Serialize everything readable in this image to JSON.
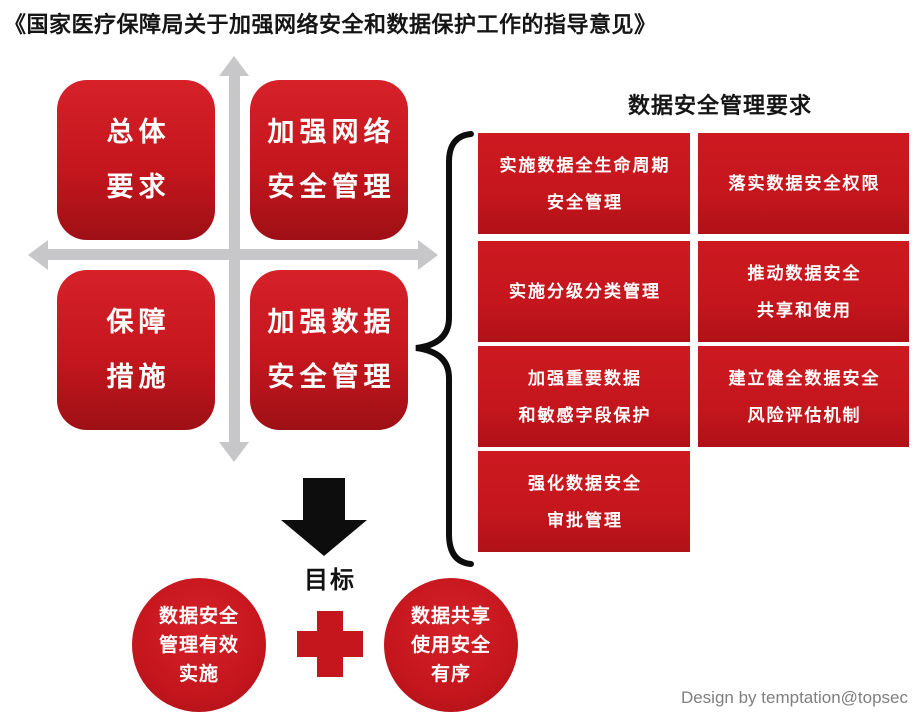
{
  "title": "《国家医疗保障局关于加强网络安全和数据保护工作的指导意见》",
  "colors": {
    "red": "#c5161d",
    "red_light": "#d62129",
    "red_dark": "#9e1016",
    "axis_gray": "#c7c7c9",
    "credit_gray": "#7f7f7f"
  },
  "quadrant": {
    "boxes": [
      {
        "name": "overall-requirements",
        "lines": [
          "总体",
          "要求"
        ]
      },
      {
        "name": "network-security-management",
        "lines": [
          "加强网络",
          "安全管理"
        ]
      },
      {
        "name": "safeguard-measures",
        "lines": [
          "保障",
          "措施"
        ]
      },
      {
        "name": "data-security-management",
        "lines": [
          "加强数据",
          "安全管理"
        ]
      }
    ]
  },
  "requirements": {
    "header": "数据安全管理要求",
    "boxes": [
      {
        "lines": [
          "实施数据全生命周期",
          "安全管理"
        ]
      },
      {
        "lines": [
          "落实数据安全权限"
        ]
      },
      {
        "lines": [
          "实施分级分类管理"
        ]
      },
      {
        "lines": [
          "推动数据安全",
          "共享和使用"
        ]
      },
      {
        "lines": [
          "加强重要数据",
          "和敏感字段保护"
        ]
      },
      {
        "lines": [
          "建立健全数据安全",
          "风险评估机制"
        ]
      },
      {
        "lines": [
          "强化数据安全",
          "审批管理"
        ]
      }
    ]
  },
  "goal": {
    "label": "目标",
    "circles": [
      {
        "lines": [
          "数据安全",
          "管理有效",
          "实施"
        ]
      },
      {
        "lines": [
          "数据共享",
          "使用安全",
          "有序"
        ]
      }
    ]
  },
  "credit": "Design by temptation@topsec"
}
